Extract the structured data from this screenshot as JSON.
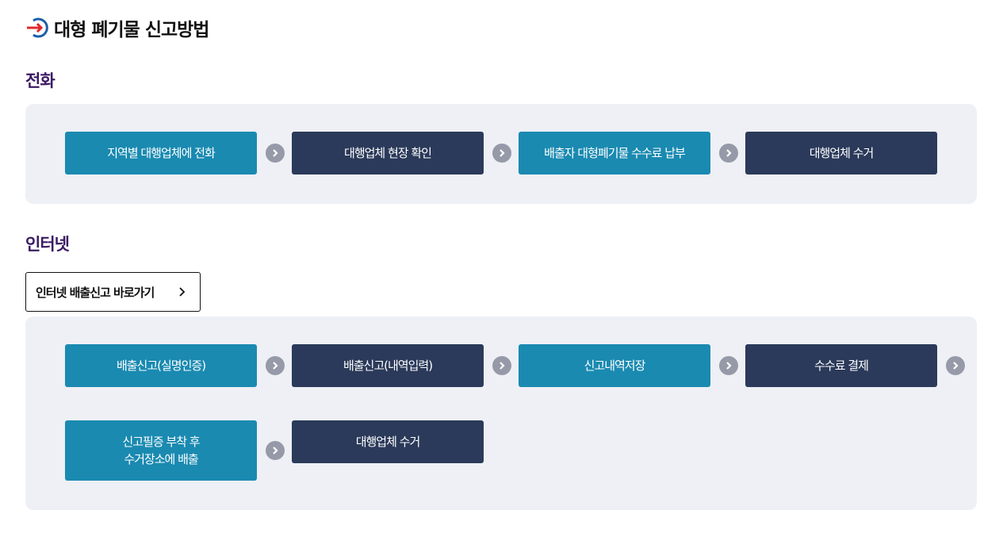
{
  "page": {
    "title": "대형 폐기물 신고방법"
  },
  "phone": {
    "heading": "전화",
    "steps": [
      {
        "label": "지역별 대행업체에 전화"
      },
      {
        "label": "대행업체 현장 확인"
      },
      {
        "label": "배출자 대형폐기물 수수료 납부"
      },
      {
        "label": "대행업체 수거"
      }
    ]
  },
  "internet": {
    "heading": "인터넷",
    "link_label": "인터넷 배출신고 바로가기",
    "steps": [
      {
        "label": "배출신고(실명인증)"
      },
      {
        "label": "배출신고(내역입력)"
      },
      {
        "label": "신고내역저장"
      },
      {
        "label": "수수료 결제"
      },
      {
        "label_line1": "신고필증 부착 후",
        "label_line2": "수거장소에 배출"
      },
      {
        "label": "대행업체 수거"
      }
    ]
  },
  "colors": {
    "teal": "#1a8ab1",
    "navy": "#2b3a5a",
    "section_title": "#3b1b63",
    "panel_bg": "#eef0f5",
    "arrow": "#969aa8"
  },
  "icons": {
    "title": "return-arrow-circle-icon",
    "step_arrow": "chevron-right-circle-icon",
    "link_chevron": "chevron-right-icon"
  }
}
